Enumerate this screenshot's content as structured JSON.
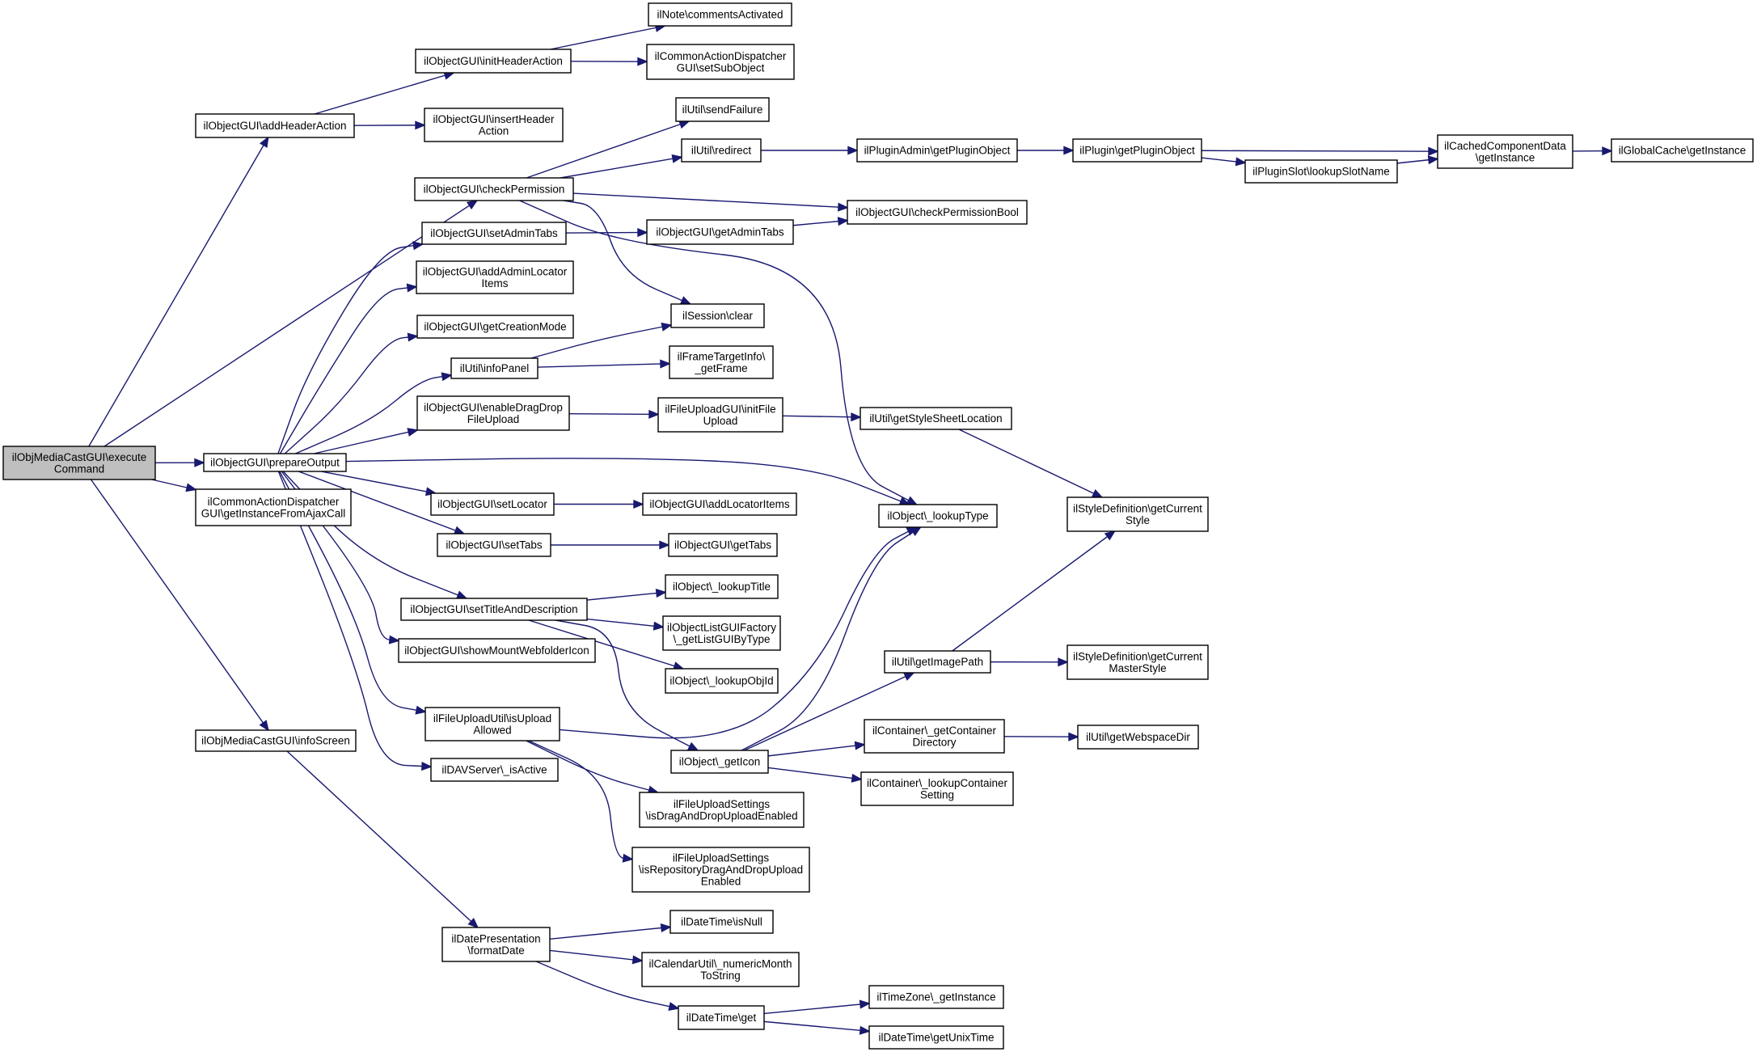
{
  "colors": {
    "edge": "#191970",
    "node_fill": "#ffffff",
    "root_fill": "#bfbfbf",
    "border": "#000000"
  },
  "nodes": [
    {
      "id": "n0",
      "lines": [
        "ilObjMediaCastGUI\\execute",
        "Command"
      ],
      "root": true
    },
    {
      "id": "n1",
      "lines": [
        "ilObjectGUI\\addHeaderAction"
      ]
    },
    {
      "id": "n2",
      "lines": [
        "ilObjectGUI\\checkPermission"
      ]
    },
    {
      "id": "n3",
      "lines": [
        "ilObjectGUI\\prepareOutput"
      ]
    },
    {
      "id": "n4",
      "lines": [
        "ilCommonActionDispatcher",
        "GUI\\getInstanceFromAjaxCall"
      ]
    },
    {
      "id": "n5",
      "lines": [
        "ilObjMediaCastGUI\\infoScreen"
      ]
    },
    {
      "id": "n6",
      "lines": [
        "ilObjectGUI\\initHeaderAction"
      ]
    },
    {
      "id": "n7",
      "lines": [
        "ilObjectGUI\\insertHeader",
        "Action"
      ]
    },
    {
      "id": "n8",
      "lines": [
        "ilNote\\commentsActivated"
      ]
    },
    {
      "id": "n9",
      "lines": [
        "ilCommonActionDispatcher",
        "GUI\\setSubObject"
      ]
    },
    {
      "id": "n10",
      "lines": [
        "ilUtil\\sendFailure"
      ]
    },
    {
      "id": "n11",
      "lines": [
        "ilUtil\\redirect"
      ]
    },
    {
      "id": "n12",
      "lines": [
        "ilPluginAdmin\\getPluginObject"
      ]
    },
    {
      "id": "n13",
      "lines": [
        "ilPlugin\\getPluginObject"
      ]
    },
    {
      "id": "n14",
      "lines": [
        "ilCachedComponentData",
        "\\getInstance"
      ]
    },
    {
      "id": "n15",
      "lines": [
        "ilGlobalCache\\getInstance"
      ]
    },
    {
      "id": "n16",
      "lines": [
        "ilPluginSlot\\lookupSlotName"
      ]
    },
    {
      "id": "n17",
      "lines": [
        "ilObjectGUI\\checkPermissionBool"
      ]
    },
    {
      "id": "n18",
      "lines": [
        "ilObjectGUI\\setAdminTabs"
      ]
    },
    {
      "id": "n19",
      "lines": [
        "ilObjectGUI\\getAdminTabs"
      ]
    },
    {
      "id": "n20",
      "lines": [
        "ilObjectGUI\\addAdminLocator",
        "Items"
      ]
    },
    {
      "id": "n21",
      "lines": [
        "ilObjectGUI\\getCreationMode"
      ]
    },
    {
      "id": "n22",
      "lines": [
        "ilSession\\clear"
      ]
    },
    {
      "id": "n23",
      "lines": [
        "ilUtil\\infoPanel"
      ]
    },
    {
      "id": "n24",
      "lines": [
        "ilFrameTargetInfo\\",
        "_getFrame"
      ]
    },
    {
      "id": "n25",
      "lines": [
        "ilObjectGUI\\enableDragDrop",
        "FileUpload"
      ]
    },
    {
      "id": "n26",
      "lines": [
        "ilFileUploadGUI\\initFile",
        "Upload"
      ]
    },
    {
      "id": "n27",
      "lines": [
        "ilUtil\\getStyleSheetLocation"
      ]
    },
    {
      "id": "n28",
      "lines": [
        "ilStyleDefinition\\getCurrent",
        "Style"
      ]
    },
    {
      "id": "n29",
      "lines": [
        "ilObject\\_lookupType"
      ]
    },
    {
      "id": "n30",
      "lines": [
        "ilObjectGUI\\setLocator"
      ]
    },
    {
      "id": "n31",
      "lines": [
        "ilObjectGUI\\addLocatorItems"
      ]
    },
    {
      "id": "n32",
      "lines": [
        "ilObjectGUI\\setTabs"
      ]
    },
    {
      "id": "n33",
      "lines": [
        "ilObjectGUI\\getTabs"
      ]
    },
    {
      "id": "n34",
      "lines": [
        "ilObject\\_lookupTitle"
      ]
    },
    {
      "id": "n35",
      "lines": [
        "ilObjectGUI\\setTitleAndDescription"
      ]
    },
    {
      "id": "n36",
      "lines": [
        "ilObjectListGUIFactory",
        "\\_getListGUIByType"
      ]
    },
    {
      "id": "n37",
      "lines": [
        "ilObjectGUI\\showMountWebfolderIcon"
      ]
    },
    {
      "id": "n38",
      "lines": [
        "ilObject\\_lookupObjId"
      ]
    },
    {
      "id": "n39",
      "lines": [
        "ilUtil\\getImagePath"
      ]
    },
    {
      "id": "n40",
      "lines": [
        "ilStyleDefinition\\getCurrent",
        "MasterStyle"
      ]
    },
    {
      "id": "n41",
      "lines": [
        "ilFileUploadUtil\\isUpload",
        "Allowed"
      ]
    },
    {
      "id": "n42",
      "lines": [
        "ilObject\\_getIcon"
      ]
    },
    {
      "id": "n43",
      "lines": [
        "ilContainer\\_getContainer",
        "Directory"
      ]
    },
    {
      "id": "n44",
      "lines": [
        "ilUtil\\getWebspaceDir"
      ]
    },
    {
      "id": "n45",
      "lines": [
        "ilDAVServer\\_isActive"
      ]
    },
    {
      "id": "n46",
      "lines": [
        "ilContainer\\_lookupContainer",
        "Setting"
      ]
    },
    {
      "id": "n47",
      "lines": [
        "ilFileUploadSettings",
        "\\isDragAndDropUploadEnabled"
      ]
    },
    {
      "id": "n48",
      "lines": [
        "ilFileUploadSettings",
        "\\isRepositoryDragAndDropUpload",
        "Enabled"
      ]
    },
    {
      "id": "n49",
      "lines": [
        "ilDatePresentation",
        "\\formatDate"
      ]
    },
    {
      "id": "n50",
      "lines": [
        "ilDateTime\\isNull"
      ]
    },
    {
      "id": "n51",
      "lines": [
        "ilCalendarUtil\\_numericMonth",
        "ToString"
      ]
    },
    {
      "id": "n52",
      "lines": [
        "ilDateTime\\get"
      ]
    },
    {
      "id": "n53",
      "lines": [
        "ilTimeZone\\_getInstance"
      ]
    },
    {
      "id": "n54",
      "lines": [
        "ilDateTime\\getUnixTime"
      ]
    }
  ],
  "edges": [
    [
      "n0",
      "n1"
    ],
    [
      "n0",
      "n2"
    ],
    [
      "n0",
      "n3"
    ],
    [
      "n0",
      "n4"
    ],
    [
      "n0",
      "n5"
    ],
    [
      "n1",
      "n6"
    ],
    [
      "n1",
      "n7"
    ],
    [
      "n6",
      "n8"
    ],
    [
      "n6",
      "n9"
    ],
    [
      "n2",
      "n10"
    ],
    [
      "n2",
      "n11"
    ],
    [
      "n2",
      "n17"
    ],
    [
      "n2",
      "n22"
    ],
    [
      "n2",
      "n29"
    ],
    [
      "n11",
      "n12"
    ],
    [
      "n12",
      "n13"
    ],
    [
      "n13",
      "n14"
    ],
    [
      "n13",
      "n16"
    ],
    [
      "n16",
      "n14"
    ],
    [
      "n14",
      "n15"
    ],
    [
      "n3",
      "n18"
    ],
    [
      "n3",
      "n20"
    ],
    [
      "n3",
      "n21"
    ],
    [
      "n3",
      "n23"
    ],
    [
      "n3",
      "n25"
    ],
    [
      "n3",
      "n29"
    ],
    [
      "n3",
      "n30"
    ],
    [
      "n3",
      "n32"
    ],
    [
      "n3",
      "n35"
    ],
    [
      "n3",
      "n37"
    ],
    [
      "n3",
      "n41"
    ],
    [
      "n3",
      "n45"
    ],
    [
      "n18",
      "n19"
    ],
    [
      "n19",
      "n17"
    ],
    [
      "n23",
      "n22"
    ],
    [
      "n23",
      "n24"
    ],
    [
      "n25",
      "n26"
    ],
    [
      "n26",
      "n27"
    ],
    [
      "n27",
      "n28"
    ],
    [
      "n30",
      "n31"
    ],
    [
      "n32",
      "n33"
    ],
    [
      "n35",
      "n34"
    ],
    [
      "n35",
      "n36"
    ],
    [
      "n35",
      "n38"
    ],
    [
      "n35",
      "n42"
    ],
    [
      "n39",
      "n28"
    ],
    [
      "n39",
      "n40"
    ],
    [
      "n41",
      "n29"
    ],
    [
      "n41",
      "n47"
    ],
    [
      "n41",
      "n48"
    ],
    [
      "n42",
      "n29"
    ],
    [
      "n42",
      "n39"
    ],
    [
      "n42",
      "n43"
    ],
    [
      "n42",
      "n46"
    ],
    [
      "n43",
      "n44"
    ],
    [
      "n5",
      "n49"
    ],
    [
      "n49",
      "n50"
    ],
    [
      "n49",
      "n51"
    ],
    [
      "n49",
      "n52"
    ],
    [
      "n52",
      "n53"
    ],
    [
      "n52",
      "n54"
    ]
  ]
}
